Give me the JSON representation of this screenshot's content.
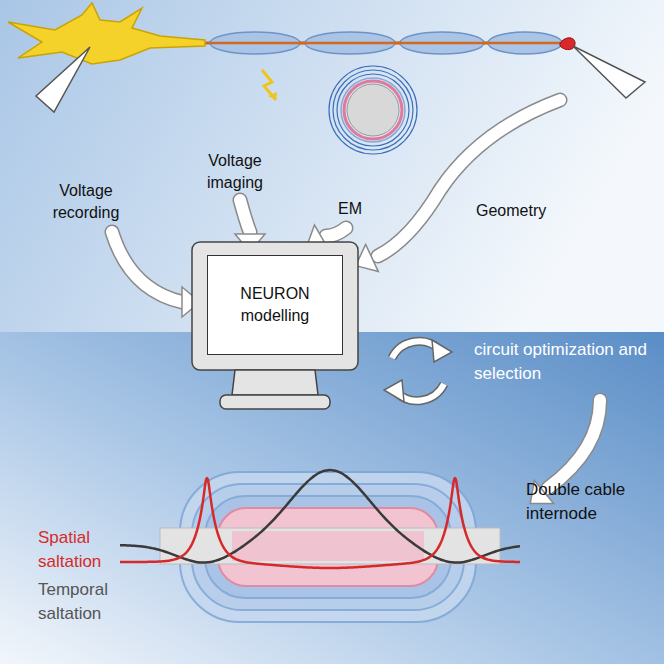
{
  "diagram": {
    "nodes": [
      {
        "text": [
          "NEURON modelling"
        ]
      }
    ],
    "labels": [
      "Voltage recording",
      "Voltage imaging",
      "EM",
      "Geometry",
      "circuit optimization and selection",
      "Spatial saltation",
      "Temporal saltation",
      "Double cable internode"
    ]
  }
}
